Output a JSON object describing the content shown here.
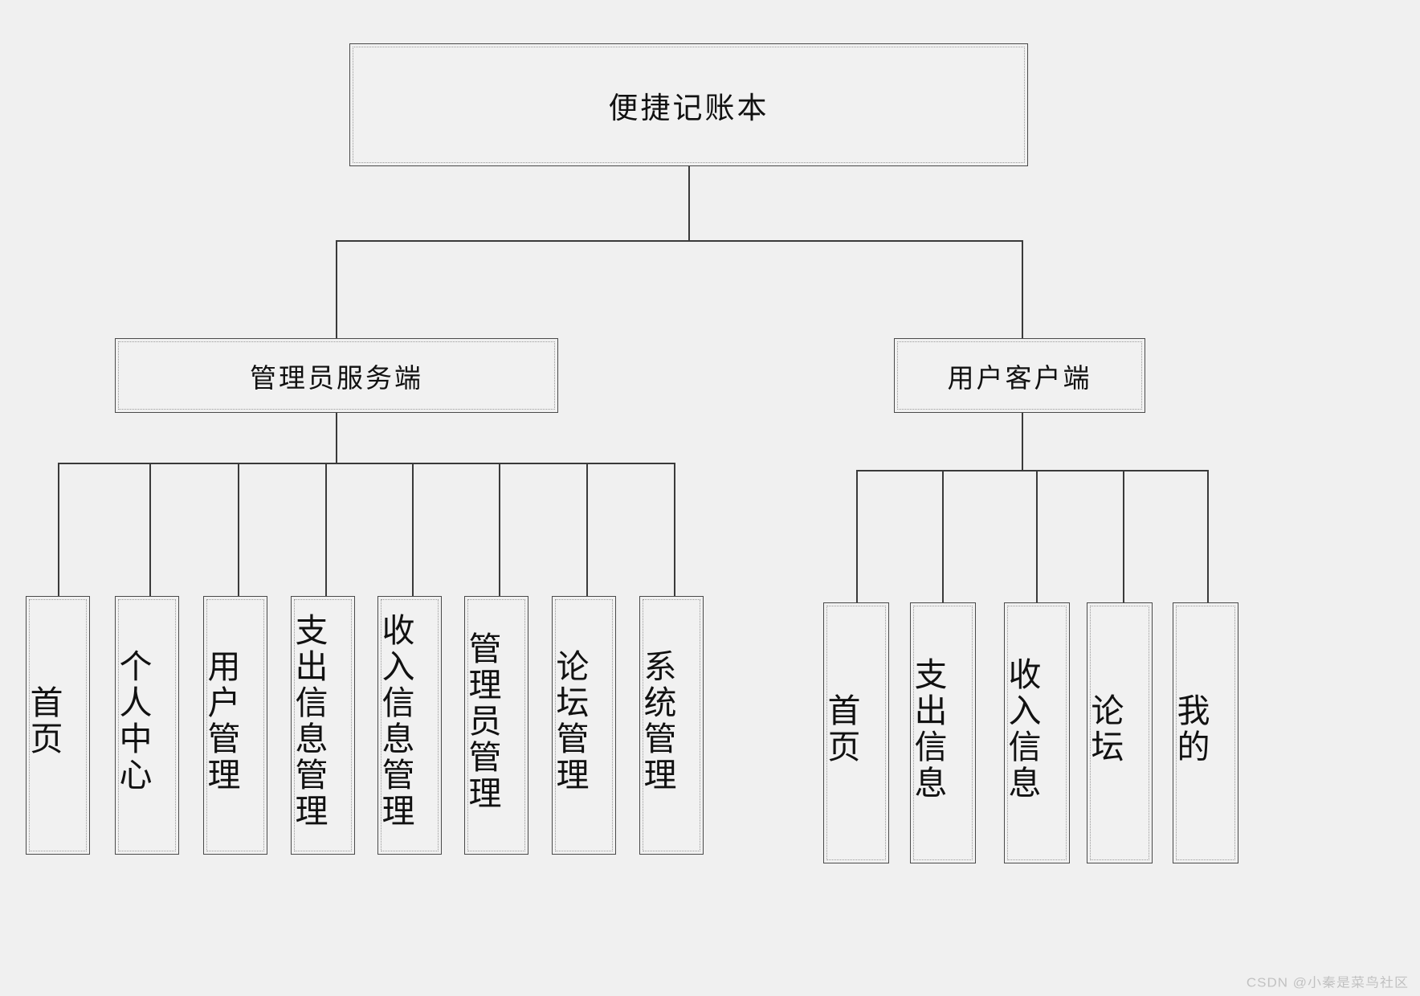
{
  "diagram": {
    "type": "tree",
    "background": "#f0f0f0",
    "box_fill": "#f1f1f1",
    "box_border": "#4a4a4a",
    "line_color": "#3a3a3a",
    "root": {
      "label": "便捷记账本"
    },
    "branches": [
      {
        "id": "admin",
        "label": "管理员服务端",
        "children": [
          {
            "label": "首页"
          },
          {
            "label": "个人中心"
          },
          {
            "label": "用户管理"
          },
          {
            "label": "支出信息管理"
          },
          {
            "label": "收入信息管理"
          },
          {
            "label": "管理员管理"
          },
          {
            "label": "论坛管理"
          },
          {
            "label": "系统管理"
          }
        ]
      },
      {
        "id": "client",
        "label": "用户客户端",
        "children": [
          {
            "label": "首页"
          },
          {
            "label": "支出信息"
          },
          {
            "label": "收入信息"
          },
          {
            "label": "论坛"
          },
          {
            "label": "我的"
          }
        ]
      }
    ]
  },
  "watermark": {
    "text": "CSDN @小秦是菜鸟社区"
  }
}
